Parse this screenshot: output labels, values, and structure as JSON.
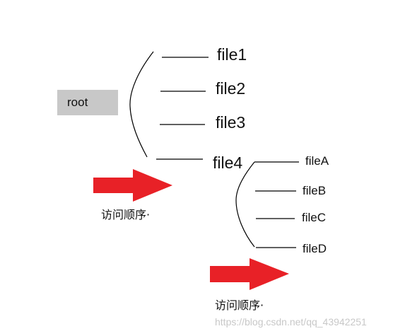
{
  "root": {
    "label": "root"
  },
  "level1": {
    "files": [
      "file1",
      "file2",
      "file3",
      "file4"
    ]
  },
  "level2": {
    "files": [
      "fileA",
      "fileB",
      "fileC",
      "fileD"
    ]
  },
  "captions": [
    "访问顺序·",
    "访问顺序·"
  ],
  "colors": {
    "arrow": "#e82127",
    "root_box": "#c8c8c8",
    "line": "#000000",
    "watermark": "#c8c8c8"
  },
  "watermark": "https://blog.csdn.net/qq_43942251"
}
